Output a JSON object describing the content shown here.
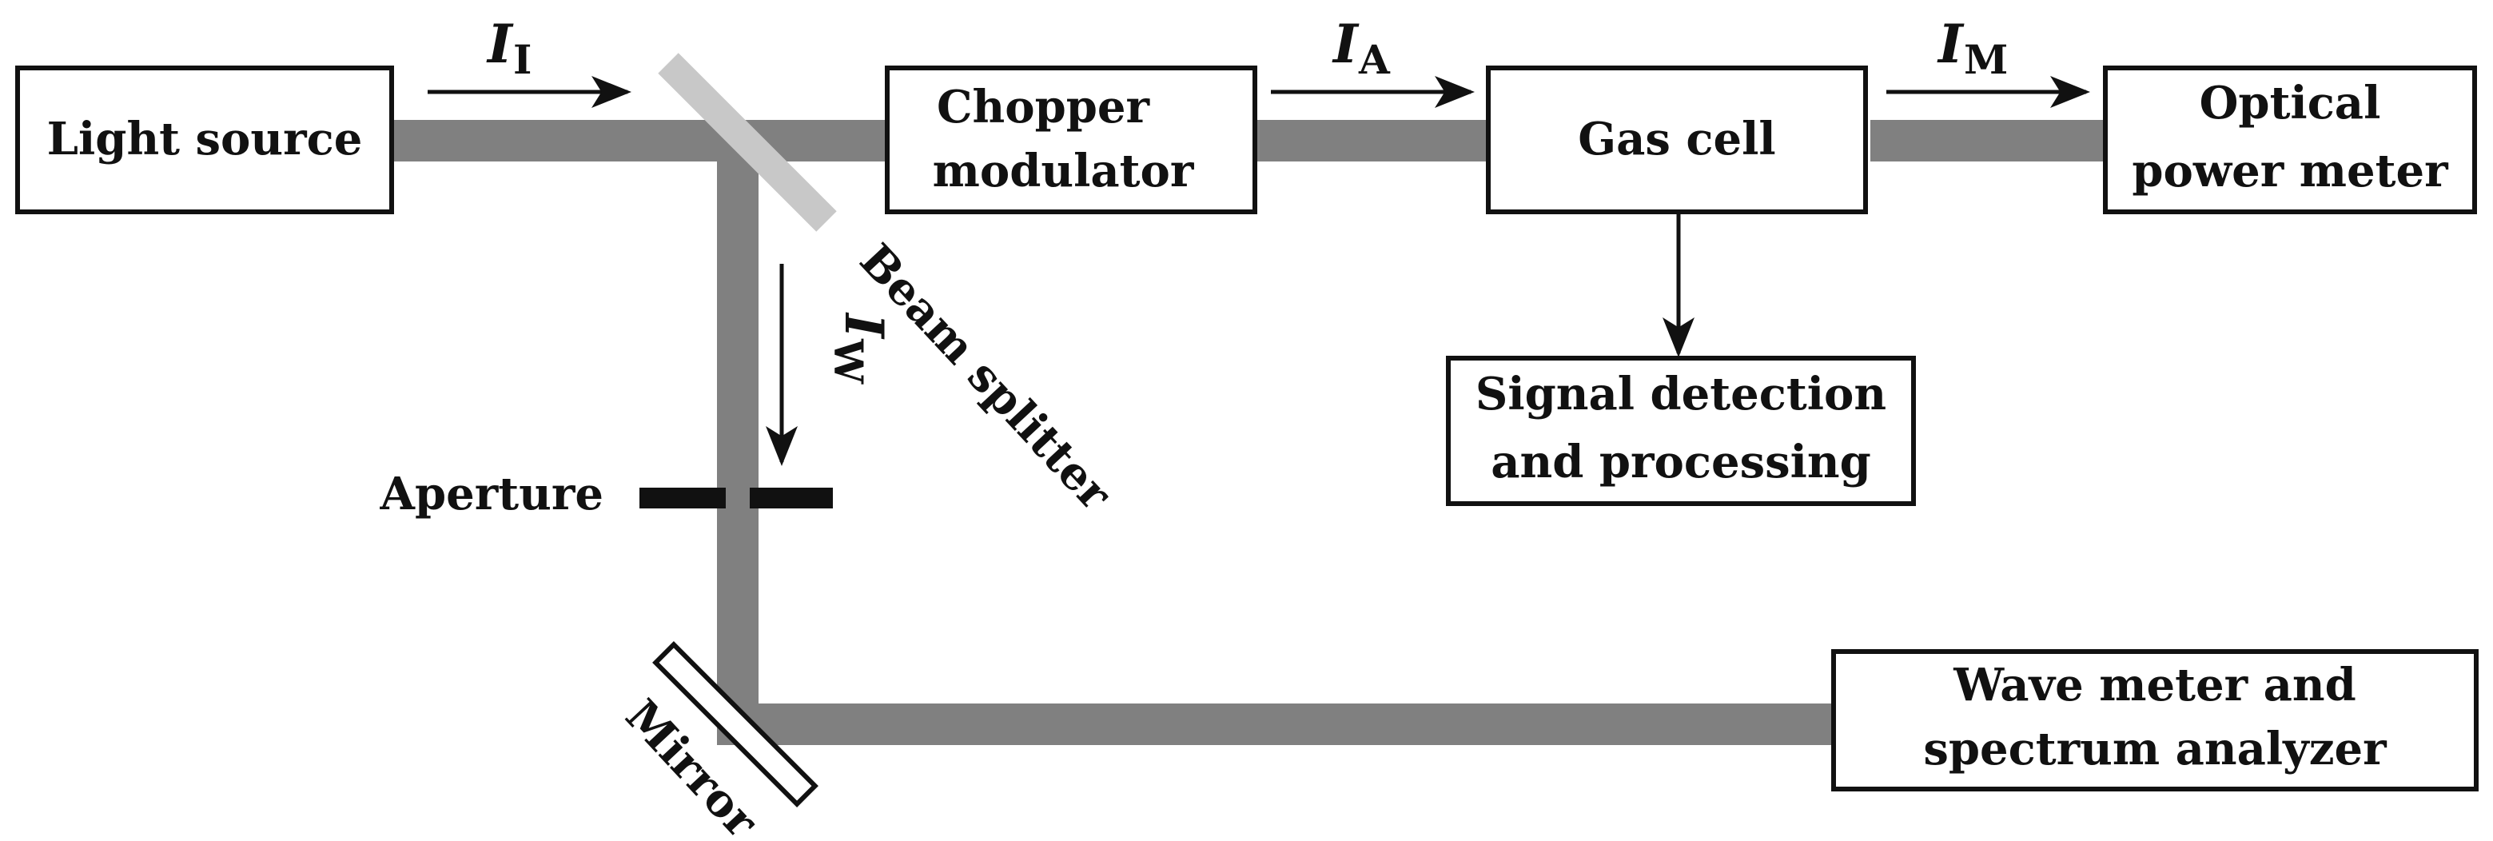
{
  "blocks": {
    "light_source": "Light source",
    "chopper": [
      "Chopper",
      "modulator"
    ],
    "gas_cell": "Gas cell",
    "power_meter": [
      "Optical",
      "power meter"
    ],
    "signal_processing": [
      "Signal detection",
      "and processing"
    ],
    "wave_meter": [
      "Wave meter and",
      "spectrum analyzer"
    ]
  },
  "labels": {
    "beam_splitter": "Beam splitter",
    "aperture": "Aperture",
    "mirror": "Mirror"
  },
  "intensities": {
    "i_initial": {
      "symbol": "I",
      "sub": "I"
    },
    "i_after_chopper": {
      "symbol": "I",
      "sub": "A"
    },
    "i_measured": {
      "symbol": "I",
      "sub": "M"
    },
    "i_wavemeter": {
      "symbol": "I",
      "sub": "W"
    }
  },
  "colors": {
    "beam": "#808080",
    "splitter": "#c8c8c8",
    "ink": "#111111",
    "background": "#ffffff"
  }
}
